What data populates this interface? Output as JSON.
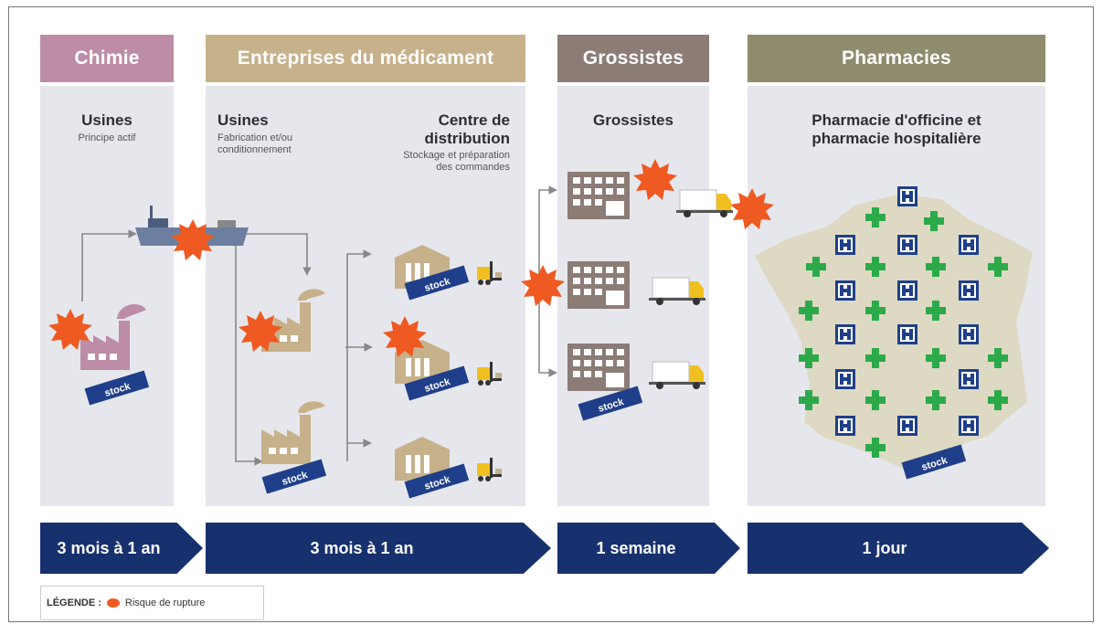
{
  "colors": {
    "chimie": "#bd8ca6",
    "entreprises": "#c7b18b",
    "grossistes": "#8b7c76",
    "pharmacies": "#8e8c6c",
    "panel": "#e6e7ec",
    "timeline": "#17306e",
    "risk": "#ef5a22",
    "cross": "#2caa4a",
    "hospital": "#1f3f8a"
  },
  "columns": [
    {
      "header": "Chimie"
    },
    {
      "header": "Entreprises du médicament"
    },
    {
      "header": "Grossistes"
    },
    {
      "header": "Pharmacies"
    }
  ],
  "stages": {
    "chimie": {
      "title": "Usines",
      "note": "Principe actif"
    },
    "usines": {
      "title": "Usines",
      "note": "Fabrication et/ou conditionnement"
    },
    "distribution": {
      "title": "Centre de distribution",
      "note": "Stockage et préparation des commandes"
    },
    "grossistes": {
      "title": "Grossistes"
    },
    "pharmacies": {
      "title": "Pharmacie d'officine et pharmacie hospitalière"
    }
  },
  "stock_label": "stock",
  "hospital_letter": "H",
  "timeline": [
    {
      "label": "3 mois à 1 an"
    },
    {
      "label": "3 mois à 1 an"
    },
    {
      "label": "1 semaine"
    },
    {
      "label": "1 jour"
    }
  ],
  "legend": {
    "title": "LÉGENDE :",
    "label": "Risque de rupture"
  },
  "icons": [
    "factory-icon",
    "ship-icon",
    "warehouse-icon",
    "forklift-icon",
    "building-icon",
    "truck-icon",
    "map-of-france-icon",
    "hospital-icon",
    "pharmacy-cross-icon",
    "rupture-risk-icon"
  ]
}
